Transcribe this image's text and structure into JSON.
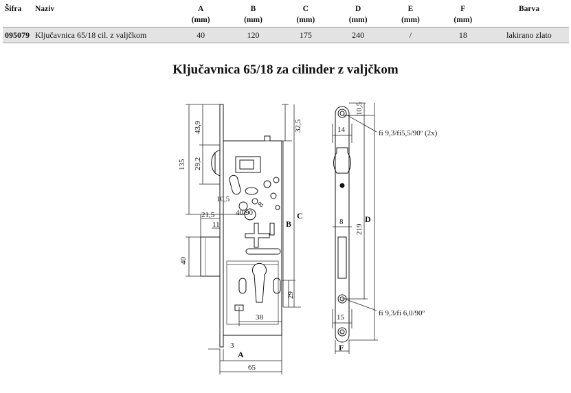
{
  "table": {
    "headers": [
      {
        "label": "Šifra",
        "unit": ""
      },
      {
        "label": "Naziv",
        "unit": ""
      },
      {
        "label": "A",
        "unit": "(mm)"
      },
      {
        "label": "B",
        "unit": "(mm)"
      },
      {
        "label": "C",
        "unit": "(mm)"
      },
      {
        "label": "D",
        "unit": "(mm)"
      },
      {
        "label": "E",
        "unit": "(mm)"
      },
      {
        "label": "F",
        "unit": "(mm)"
      },
      {
        "label": "Barva",
        "unit": ""
      }
    ],
    "row": {
      "code": "095079",
      "name": "Ključavnica 65/18 cil. z valjčkom",
      "a": "40",
      "b": "120",
      "c": "175",
      "d": "240",
      "e": "/",
      "f": "18",
      "color": "lakirano zlato"
    }
  },
  "title": "Ključavnica 65/18 za cilinder z valjčkom",
  "dimensions": {
    "d135": "135",
    "d43_9": "43,9",
    "d29_2": "29,2",
    "d32_5": "32,5",
    "d10_5_side": "10,5",
    "d40_90": "40/90",
    "d8_diag": "8",
    "d21_5": "21,5",
    "d11": "11",
    "d40": "40",
    "b": "B",
    "c": "C",
    "d": "D",
    "d29": "29",
    "d38": "38",
    "d3": "3",
    "a": "A",
    "d65": "65",
    "d10_5_front": "10,5",
    "d14": "14",
    "d8_front": "8",
    "d219": "219",
    "d15": "15",
    "f": "F"
  },
  "notes": {
    "top_hole": "fi 9,3/fi5,5/90º (2x)",
    "bottom_hole": "fi 9,3/fi 6,0/90º"
  }
}
